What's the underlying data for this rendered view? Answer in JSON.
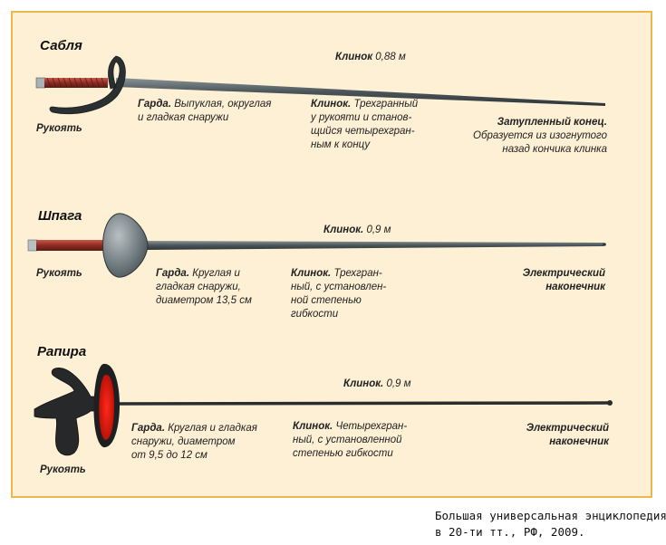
{
  "sabre": {
    "title": "Сабля",
    "blade_length": {
      "head": "Клинок",
      "value": "0,88 м"
    },
    "handle": "Рукоять",
    "guard": {
      "head": "Гарда.",
      "l1": "Выпуклая, округлая",
      "l2": "и гладкая снаружи"
    },
    "blade": {
      "head": "Клинок.",
      "l1": "Трехгранный",
      "l2": "у рукояти и станов-",
      "l3": "щийся четырехгран-",
      "l4": "ным к концу"
    },
    "tip": {
      "head": "Затупленный конец.",
      "l1": "Образуется из изогнутого",
      "l2": "назад кончика клинка"
    }
  },
  "epee": {
    "title": "Шпага",
    "blade_length": {
      "head": "Клинок.",
      "value": "0,9 м"
    },
    "handle": "Рукоять",
    "guard": {
      "head": "Гарда.",
      "l1": "Круглая и",
      "l2": "гладкая снаружи,",
      "l3": "диаметром 13,5 см"
    },
    "blade": {
      "head": "Клинок.",
      "l1": "Трехгран-",
      "l2": "ный, с установлен-",
      "l3": "ной степенью",
      "l4": "гибкости"
    },
    "tip": {
      "l1": "Электрический",
      "l2": "наконечник"
    }
  },
  "foil": {
    "title": "Рапира",
    "blade_length": {
      "head": "Клинок.",
      "value": "0,9 м"
    },
    "handle": "Рукоять",
    "guard": {
      "head": "Гарда.",
      "l1": "Круглая и гладкая",
      "l2": "снаружи, диаметром",
      "l3": "от 9,5 до 12 см"
    },
    "blade": {
      "head": "Клинок.",
      "l1": "Четырехгран-",
      "l2": "ный, с установленной",
      "l3": "степенью гибкости"
    },
    "tip": {
      "l1": "Электрический",
      "l2": "наконечник"
    }
  },
  "caption": {
    "line1": "Большая универсальная энциклопедия,",
    "line2": "в 20-ти тт., РФ, 2009."
  }
}
